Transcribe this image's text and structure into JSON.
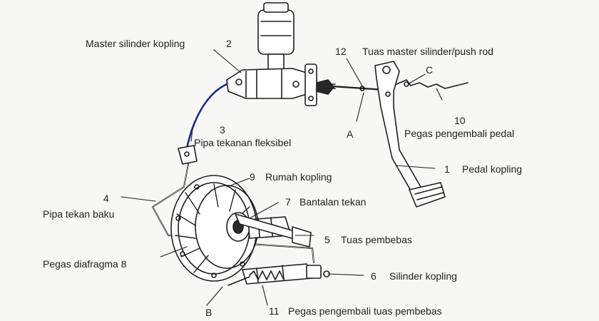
{
  "labels": {
    "master_cylinder": "Master silinder kopling",
    "n2": "2",
    "n12": "12",
    "push_rod": "Tuas master silinder/push rod",
    "letter_c": "C",
    "n10": "10",
    "pedal_spring": "Pegas pengembali pedal",
    "n3": "3",
    "flexible_pipe": "Pipa tekanan fleksibel",
    "letter_a": "A",
    "n1": "1",
    "clutch_pedal": "Pedal kopling",
    "n9": "9",
    "clutch_housing": "Rumah kopling",
    "n4": "4",
    "rigid_pipe": "Pipa tekan baku",
    "n7": "7",
    "release_bearing": "Bantalan tekan",
    "n5": "5",
    "release_fork": "Tuas pembebas",
    "diaphragm_spring": "Pegas diafragma 8",
    "n6": "6",
    "slave_cylinder": "Silinder kopling",
    "letter_b": "B",
    "n11": "11",
    "fork_return_spring": "Pegas pengembali tuas pembebas"
  },
  "colors": {
    "ink": "#1e1e1e",
    "hose": "#1a2a8a",
    "paper": "#f7f7f5"
  }
}
